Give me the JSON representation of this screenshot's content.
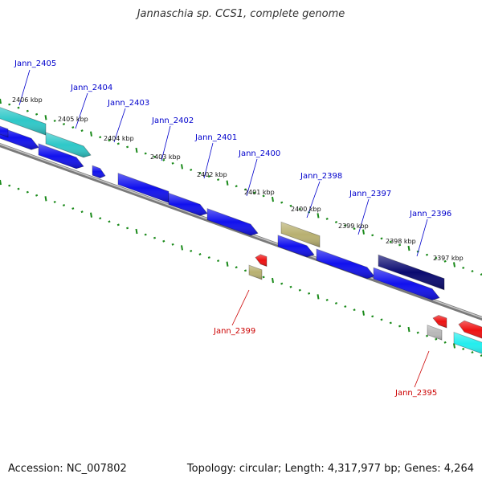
{
  "title": "Jannaschia sp. CCS1, complete genome",
  "footer": {
    "accession": "Accession: NC_007802",
    "summary": "Topology: circular; Length: 4,317,977 bp; Genes: 4,264"
  },
  "colors": {
    "label_forward": "#0000cc",
    "label_reverse": "#cc0000",
    "backbone": "#8a8a8a",
    "tick": "#1a8a1a"
  },
  "kbp_ticks": [
    {
      "text": "2406 kbp",
      "kbp": 2406
    },
    {
      "text": "2405 kbp",
      "kbp": 2405
    },
    {
      "text": "2404 kbp",
      "kbp": 2404
    },
    {
      "text": "2403 kbp",
      "kbp": 2403
    },
    {
      "text": "2402 kbp",
      "kbp": 2402
    },
    {
      "text": "2401 kbp",
      "kbp": 2401
    },
    {
      "text": "2400 kbp",
      "kbp": 2400
    },
    {
      "text": "2399 kbp",
      "kbp": 2399
    },
    {
      "text": "2398 kbp",
      "kbp": 2398
    },
    {
      "text": "2397 kbp",
      "kbp": 2397
    }
  ],
  "gene_labels": [
    {
      "text": "Jann_2405",
      "strand": "forward"
    },
    {
      "text": "Jann_2404",
      "strand": "forward"
    },
    {
      "text": "Jann_2403",
      "strand": "forward"
    },
    {
      "text": "Jann_2402",
      "strand": "forward"
    },
    {
      "text": "Jann_2401",
      "strand": "forward"
    },
    {
      "text": "Jann_2400",
      "strand": "forward"
    },
    {
      "text": "Jann_2398",
      "strand": "forward"
    },
    {
      "text": "Jann_2397",
      "strand": "forward"
    },
    {
      "text": "Jann_2396",
      "strand": "forward"
    },
    {
      "text": "Jann_2399",
      "strand": "reverse"
    },
    {
      "text": "Jann_2395",
      "strand": "reverse"
    }
  ],
  "features": [
    {
      "id": "cyan-1",
      "color": "#2ec8c8"
    },
    {
      "id": "cyan-2",
      "color": "#2ec8c8"
    },
    {
      "id": "blue-1",
      "color": "#1111ee"
    },
    {
      "id": "blue-2",
      "color": "#1111ee"
    },
    {
      "id": "blue-3",
      "color": "#1111ee"
    },
    {
      "id": "blue-4",
      "color": "#1111ee"
    },
    {
      "id": "blue-5",
      "color": "#1111ee"
    },
    {
      "id": "blue-6",
      "color": "#1111ee"
    },
    {
      "id": "blue-7",
      "color": "#1111ee"
    },
    {
      "id": "blue-8",
      "color": "#1111ee"
    },
    {
      "id": "blue-9",
      "color": "#1111ee"
    },
    {
      "id": "blue-10",
      "color": "#1111ee"
    },
    {
      "id": "khaki-1",
      "color": "#b8b070"
    },
    {
      "id": "khaki-2",
      "color": "#b8b070"
    },
    {
      "id": "navy-1",
      "color": "#0a0a70"
    },
    {
      "id": "red-1",
      "color": "#ee1111"
    },
    {
      "id": "red-2",
      "color": "#ee1111"
    },
    {
      "id": "red-3",
      "color": "#ee1111"
    },
    {
      "id": "gray-1",
      "color": "#b8b8b8"
    },
    {
      "id": "cyan-3",
      "color": "#22eeee"
    }
  ]
}
